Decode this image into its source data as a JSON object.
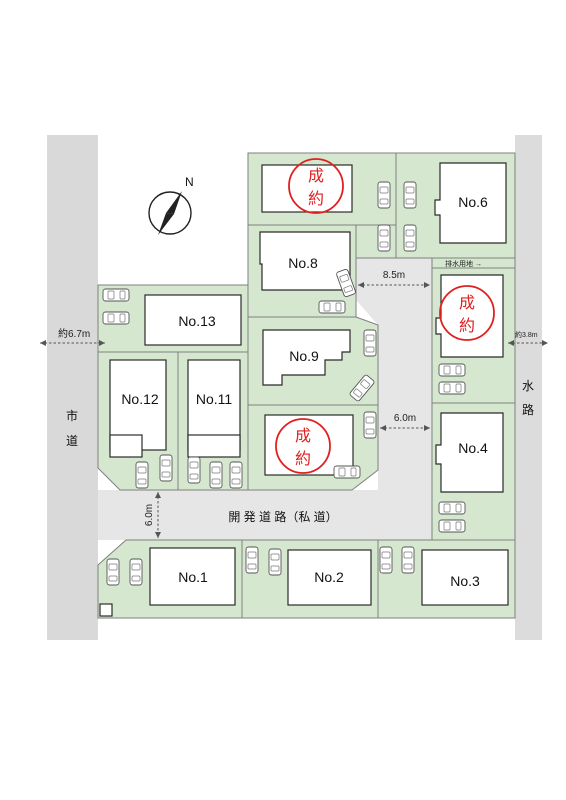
{
  "compass": {
    "north": "N"
  },
  "roads": {
    "city_road_chars": [
      "市",
      "道"
    ],
    "city_road_width": "約6.7m",
    "waterway_chars": [
      "水",
      "路"
    ],
    "waterway_width": "約3.8m",
    "dev_road": "開 発 道 路（私 道）",
    "dim_8_5": "8.5m",
    "dim_6_0_right": "6.0m",
    "dim_6_0_left": "6.0m",
    "drainage": "排水用地 →"
  },
  "lots": {
    "no1": "No.1",
    "no2": "No.2",
    "no3": "No.3",
    "no4": "No.4",
    "no6": "No.6",
    "no8": "No.8",
    "no9": "No.9",
    "no11": "No.11",
    "no12": "No.12",
    "no13": "No.13"
  },
  "sold": {
    "char1": "成",
    "char2": "約"
  }
}
